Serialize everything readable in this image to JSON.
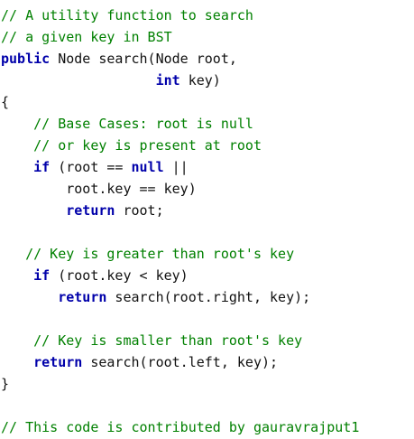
{
  "code_lines": [
    [
      {
        "type": "comment",
        "text": "// A utility function to search"
      }
    ],
    [
      {
        "type": "comment",
        "text": "// a given key in BST"
      }
    ],
    [
      {
        "type": "keyword",
        "text": "public"
      },
      {
        "type": "text",
        "text": " Node search(Node root,"
      }
    ],
    [
      {
        "type": "text",
        "text": "                   "
      },
      {
        "type": "keyword",
        "text": "int"
      },
      {
        "type": "text",
        "text": " key)"
      }
    ],
    [
      {
        "type": "text",
        "text": "{"
      }
    ],
    [
      {
        "type": "text",
        "text": "    "
      },
      {
        "type": "comment",
        "text": "// Base Cases: root is null"
      }
    ],
    [
      {
        "type": "text",
        "text": "    "
      },
      {
        "type": "comment",
        "text": "// or key is present at root"
      }
    ],
    [
      {
        "type": "text",
        "text": "    "
      },
      {
        "type": "keyword",
        "text": "if"
      },
      {
        "type": "text",
        "text": " (root == "
      },
      {
        "type": "keyword",
        "text": "null"
      },
      {
        "type": "text",
        "text": " ||"
      }
    ],
    [
      {
        "type": "text",
        "text": "        root.key == key)"
      }
    ],
    [
      {
        "type": "text",
        "text": "        "
      },
      {
        "type": "keyword",
        "text": "return"
      },
      {
        "type": "text",
        "text": " root;"
      }
    ],
    [],
    [
      {
        "type": "text",
        "text": "   "
      },
      {
        "type": "comment",
        "text": "// Key is greater than root's key"
      }
    ],
    [
      {
        "type": "text",
        "text": "    "
      },
      {
        "type": "keyword",
        "text": "if"
      },
      {
        "type": "text",
        "text": " (root.key < key)"
      }
    ],
    [
      {
        "type": "text",
        "text": "       "
      },
      {
        "type": "keyword",
        "text": "return"
      },
      {
        "type": "text",
        "text": " search(root.right, key);"
      }
    ],
    [],
    [
      {
        "type": "text",
        "text": "    "
      },
      {
        "type": "comment",
        "text": "// Key is smaller than root's key"
      }
    ],
    [
      {
        "type": "text",
        "text": "    "
      },
      {
        "type": "keyword",
        "text": "return"
      },
      {
        "type": "text",
        "text": " search(root.left, key);"
      }
    ],
    [
      {
        "type": "text",
        "text": "}"
      }
    ],
    [],
    [
      {
        "type": "comment",
        "text": "// This code is contributed by gauravrajput1"
      }
    ]
  ],
  "colors": {
    "comment": "#008000",
    "keyword": "#0000aa",
    "text": "#111111",
    "background": "#ffffff"
  }
}
